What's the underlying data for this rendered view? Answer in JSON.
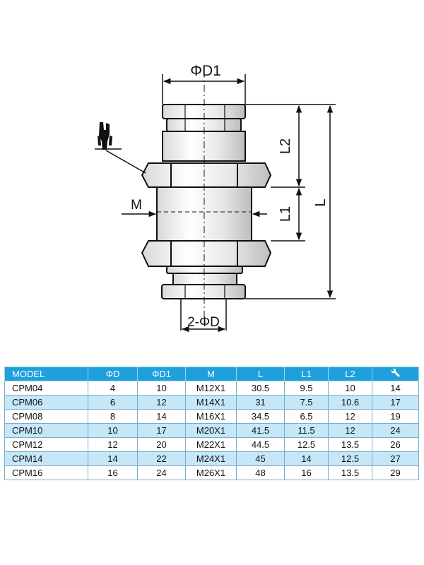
{
  "drawing": {
    "labels": {
      "d1": "ΦD1",
      "l2": "L2",
      "l1": "L1",
      "l": "L",
      "m": "M",
      "d0": "2-ΦD"
    }
  },
  "table": {
    "headers": [
      "MODEL",
      "ΦD",
      "ΦD1",
      "M",
      "L",
      "L1",
      "L2",
      "wrench-icon"
    ],
    "rows": [
      [
        "CPM04",
        "4",
        "10",
        "M12X1",
        "30.5",
        "9.5",
        "10",
        "14"
      ],
      [
        "CPM06",
        "6",
        "12",
        "M14X1",
        "31",
        "7.5",
        "10.6",
        "17"
      ],
      [
        "CPM08",
        "8",
        "14",
        "M16X1",
        "34.5",
        "6.5",
        "12",
        "19"
      ],
      [
        "CPM10",
        "10",
        "17",
        "M20X1",
        "41.5",
        "11.5",
        "12",
        "24"
      ],
      [
        "CPM12",
        "12",
        "20",
        "M22X1",
        "44.5",
        "12.5",
        "13.5",
        "26"
      ],
      [
        "CPM14",
        "14",
        "22",
        "M24X1",
        "45",
        "14",
        "12.5",
        "27"
      ],
      [
        "CPM16",
        "16",
        "24",
        "M26X1",
        "48",
        "16",
        "13.5",
        "29"
      ]
    ]
  },
  "colors": {
    "header_bg": "#1fa0dc",
    "alt_row_bg": "#c6e7f7",
    "line": "#111111"
  }
}
